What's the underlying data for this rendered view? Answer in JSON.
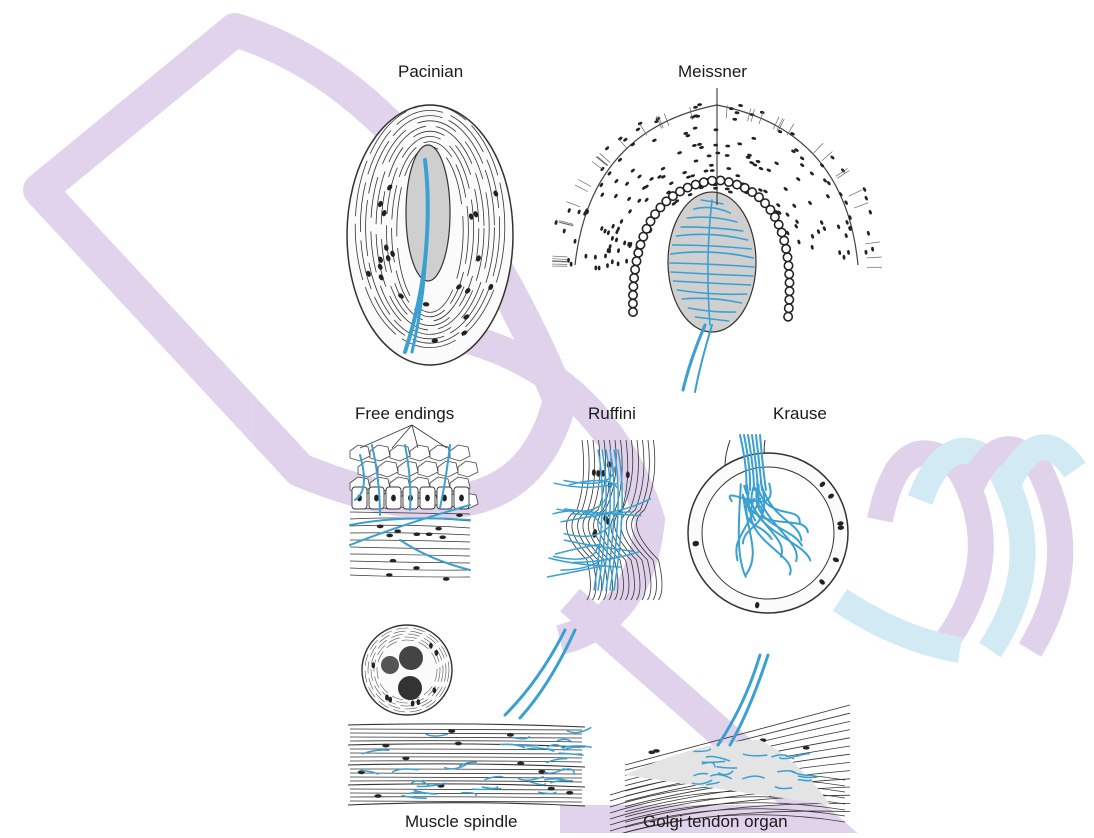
{
  "labels": {
    "pacinian": "Pacinian",
    "meissner": "Meissner",
    "free_endings": "Free endings",
    "ruffini": "Ruffini",
    "krause": "Krause",
    "muscle_spindle": "Muscle spindle",
    "golgi": "Golgi tendon organ"
  },
  "colors": {
    "nerve_fiber": "#3aa0d2",
    "watermark_purple": "#d9c8e6",
    "watermark_blue": "#c6e6f2",
    "capsule_gray": "#d2d2d2"
  }
}
